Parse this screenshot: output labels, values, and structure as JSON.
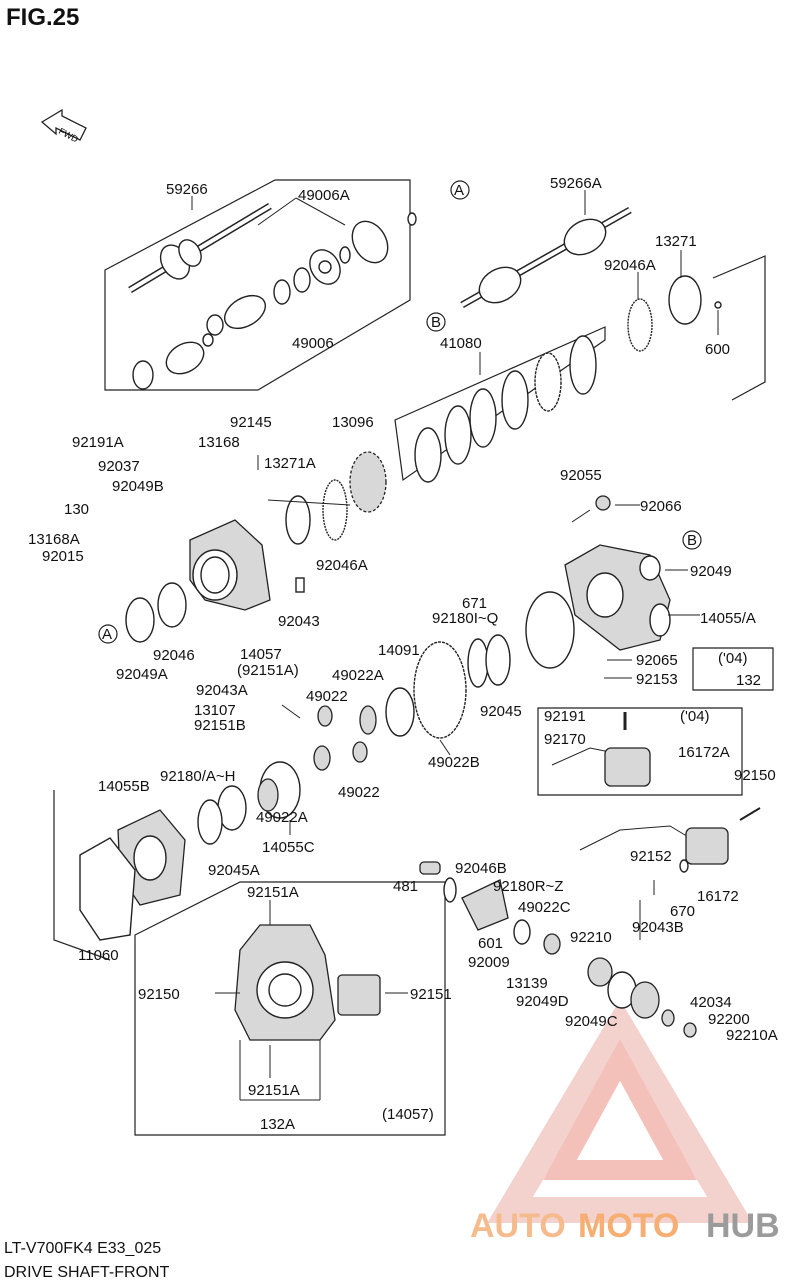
{
  "figure_title": "FIG.25",
  "diagram_code": "LT-V700FK4 E33_025",
  "caption": "DRIVE SHAFT-FRONT",
  "fwd_label": "FWD",
  "callouts": {
    "A": "A",
    "B": "B"
  },
  "watermark": {
    "text_auto": "AUTO",
    "text_moto": "MOTO",
    "text_hub": "HUB",
    "color_primary": "#f5a05a",
    "color_secondary": "#e9453c",
    "color_hub": "#8a8a8a"
  },
  "part_labels": [
    "59266",
    "49006A",
    "59266A",
    "13271",
    "92046A",
    "600",
    "49006",
    "41080",
    "92191A",
    "92145",
    "13096",
    "13168",
    "92037",
    "13271A",
    "92049B",
    "130",
    "13168A",
    "92015",
    "92046A",
    "92055",
    "92066",
    "92049",
    "671",
    "92180I~Q",
    "14055/A",
    "92043",
    "92046",
    "14057",
    "92049A",
    "(92151A)",
    "14091",
    "49022A",
    "92045",
    "49022",
    "92065",
    "('04)",
    "92153",
    "132",
    "92043A",
    "13107",
    "92151B",
    "49022B",
    "92191",
    "('04)",
    "92170",
    "16172A",
    "92180/A~H",
    "14055B",
    "49022A",
    "49022",
    "92150",
    "14055C",
    "92045A",
    "92152",
    "92046B",
    "481",
    "92180R~Z",
    "16172",
    "49022C",
    "670",
    "92043B",
    "11060",
    "92151A",
    "601",
    "92210",
    "92009",
    "13139",
    "42034",
    "92049D",
    "92150",
    "92151",
    "92200",
    "92049C",
    "92210A",
    "92151A",
    "(14057)",
    "132A",
    "A",
    "B"
  ]
}
